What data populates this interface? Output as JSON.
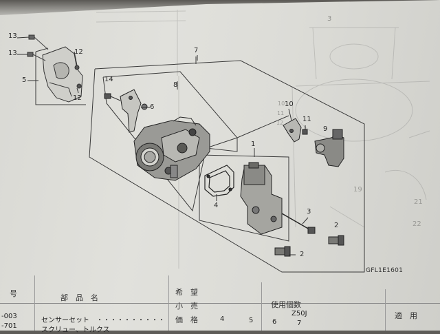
{
  "diagram": {
    "figure_code": "GFL1E1601",
    "callouts": {
      "c1": "1",
      "c2a": "2",
      "c2b": "2",
      "c3": "3",
      "c4": "4",
      "c5": "5",
      "c6": "6",
      "c7": "7",
      "c8": "8",
      "c9": "9",
      "c10": "10",
      "c11": "11",
      "c12a": "12",
      "c12b": "12",
      "c13a": "13",
      "c13b": "13",
      "c14": "14"
    },
    "faint_callouts": {
      "f3": "3",
      "f10": "10",
      "f11": "11",
      "f12": "12",
      "f19": "19",
      "f21": "21",
      "f22": "22"
    }
  },
  "table": {
    "headers": {
      "number": "号",
      "parts_name": "部　品　名",
      "desired_price_1": "希　望",
      "desired_price_2": "小　売",
      "desired_price_3": "価　格",
      "qty_used": "使用個数",
      "applicable": "適　用"
    },
    "columns": [
      "4",
      "5",
      "6",
      "7"
    ],
    "model": "Z50J",
    "rows": [
      {
        "code": "-003",
        "name": "センサーセット"
      },
      {
        "code": "-701",
        "name": "スクリュー、トルクス"
      }
    ]
  }
}
